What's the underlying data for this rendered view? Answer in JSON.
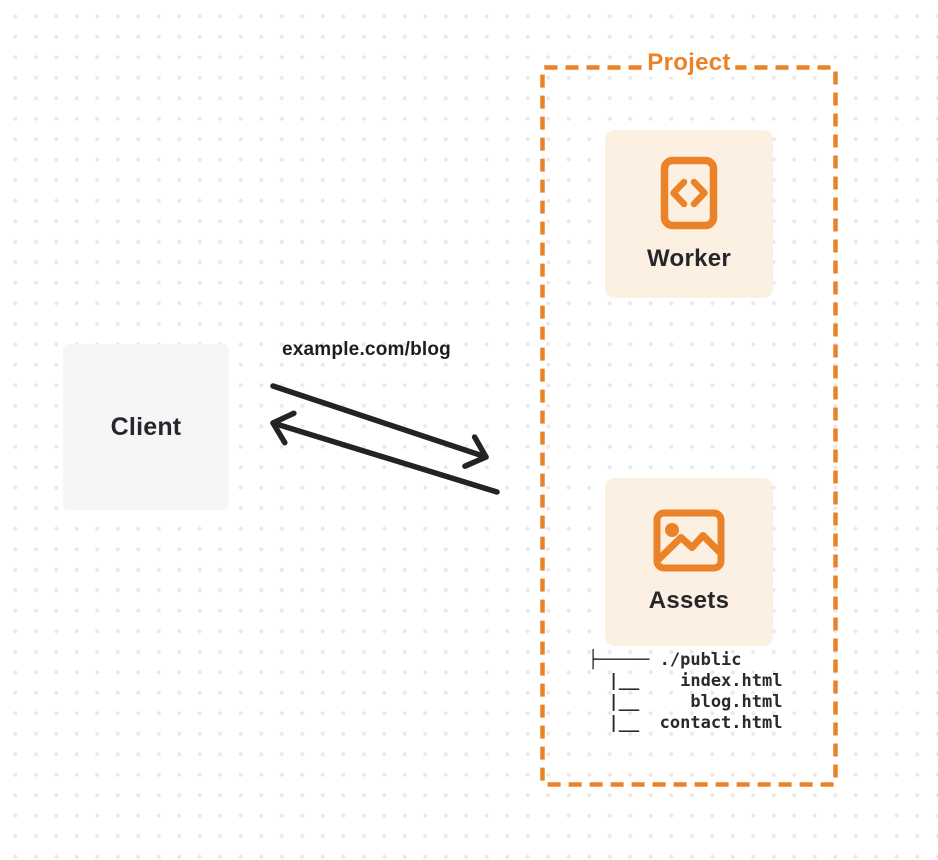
{
  "colors": {
    "accent": "#EC8227",
    "card-bg": "#FBF0E1",
    "client-bg": "#F6F6F7",
    "ink": "#28262C",
    "arrow": "#232323",
    "dot": "#E9E9EB",
    "page-bg": "#FFFFFF"
  },
  "client": {
    "label": "Client"
  },
  "request": {
    "label": "example.com/blog"
  },
  "project": {
    "label": "Project",
    "worker": {
      "label": "Worker",
      "icon": "code-file-icon"
    },
    "assets": {
      "label": "Assets",
      "icon": "image-icon"
    },
    "file_tree": {
      "lines": [
        "├───── ./public",
        "  |__    index.html",
        "  |__     blog.html",
        "  |__  contact.html"
      ]
    }
  }
}
